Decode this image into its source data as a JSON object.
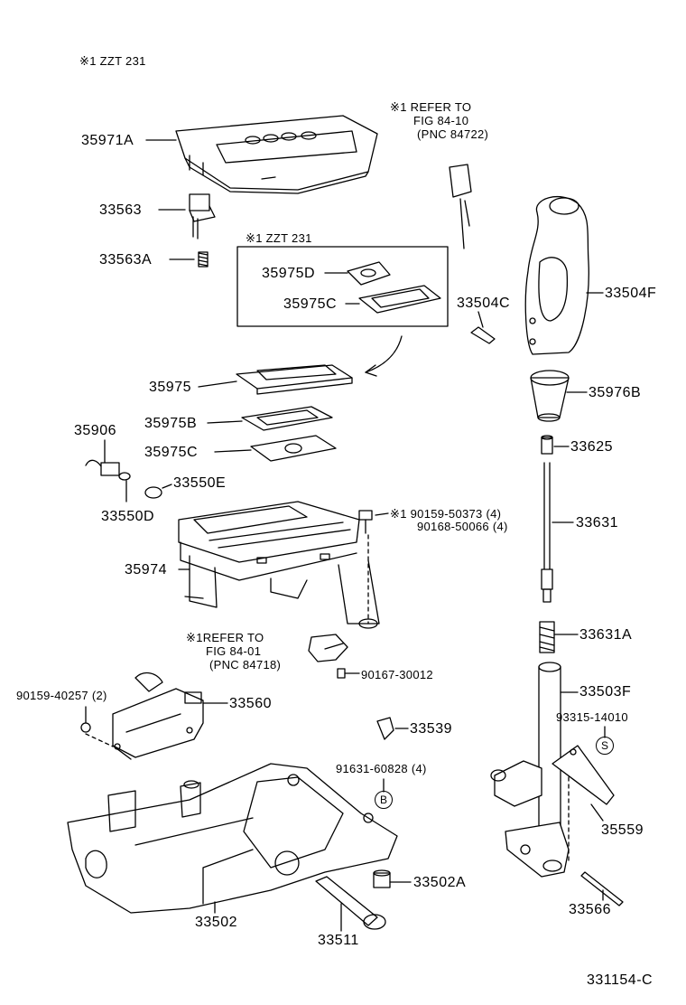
{
  "header_note": "※1  ZZT 231",
  "inset_note": "※1  ZZT 231",
  "refer_top": [
    "※1 REFER TO",
    "FIG 84-10",
    "(PNC 84722)"
  ],
  "refer_mid": [
    "※1REFER TO",
    "FIG 84-01",
    "(PNC 84718)"
  ],
  "bolt_note": [
    "※1 90159-50373 (4)",
    "90168-50066 (4)"
  ],
  "labels": {
    "p35971A": "35971A",
    "p33563": "33563",
    "p33563A": "33563A",
    "p35975D": "35975D",
    "p35975C": "35975C",
    "p33504C": "33504C",
    "p33504F": "33504F",
    "p35975": "35975",
    "p35976B": "35976B",
    "p35975B": "35975B",
    "p35906": "35906",
    "p35975C2": "35975C",
    "p33625": "33625",
    "p33550E": "33550E",
    "p33550D": "33550D",
    "p33631": "33631",
    "p35974": "35974",
    "p33631A": "33631A",
    "p90167": "90167-30012",
    "p33503F": "33503F",
    "p90159_40257": "90159-40257 (2)",
    "p33560": "33560",
    "p93315": "93315-14010",
    "p33539": "33539",
    "p91631": "91631-60828 (4)",
    "p35559": "35559",
    "p33502A": "33502A",
    "p33502": "33502",
    "p33566": "33566",
    "p33511": "33511"
  },
  "circle_s": "S",
  "circle_b": "B",
  "footer_code": "331154-C"
}
